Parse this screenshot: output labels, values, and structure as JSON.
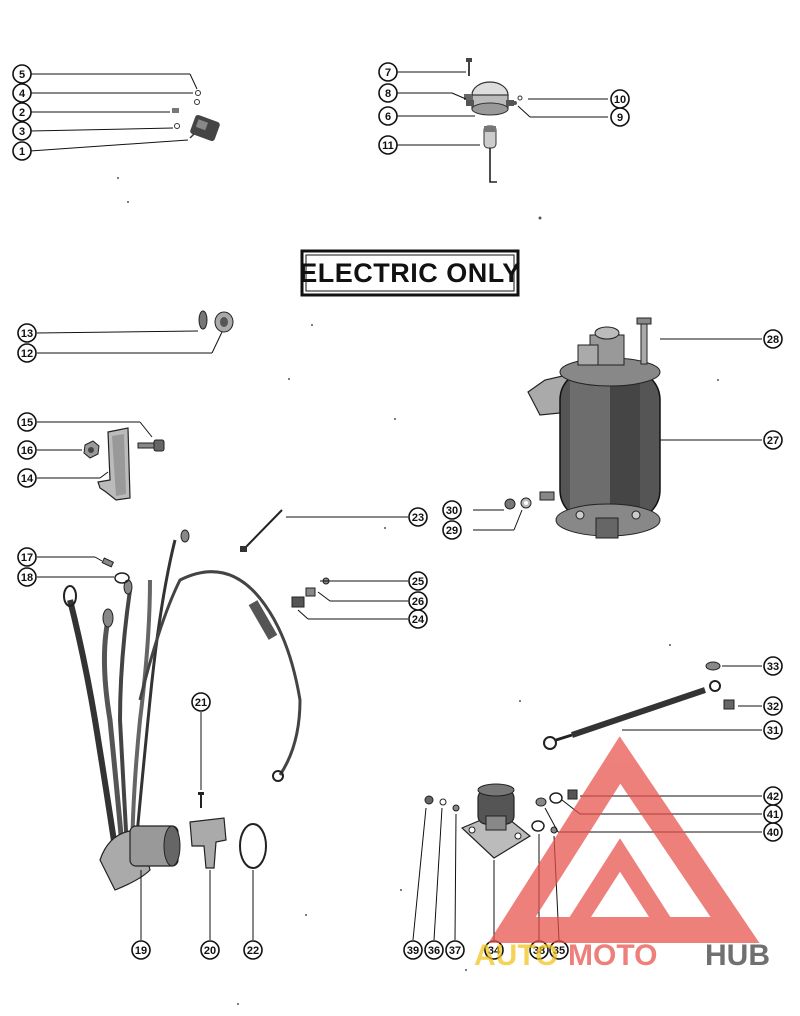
{
  "title": "ELECTRIC ONLY",
  "callouts": [
    "1",
    "2",
    "3",
    "4",
    "5",
    "6",
    "7",
    "8",
    "9",
    "10",
    "11",
    "12",
    "13",
    "14",
    "15",
    "16",
    "17",
    "18",
    "19",
    "20",
    "21",
    "22",
    "23",
    "24",
    "25",
    "26",
    "27",
    "28",
    "29",
    "30",
    "31",
    "32",
    "33",
    "34",
    "35",
    "36",
    "37",
    "38",
    "39",
    "40",
    "41",
    "42"
  ],
  "watermark": {
    "brand_part1": "AUTO",
    "brand_part2": "MOTO",
    "brand_part3": "HUB",
    "colors": {
      "auto": "#f2c31a",
      "moto": "#e8504a",
      "hub": "#3a3a3a",
      "triangle": "#e8504a"
    }
  },
  "colors": {
    "line": "#111111",
    "part_dark": "#333333",
    "part_mid": "#666666",
    "part_light": "#9a9a9a"
  }
}
